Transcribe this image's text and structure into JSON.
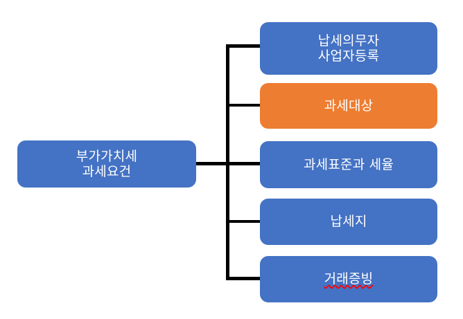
{
  "diagram": {
    "type": "org-chart",
    "title": "부가가치세 과세요건",
    "background_color": "#FFFFFF",
    "connector_color": "#000000",
    "root": {
      "label": "부가가치세\n과세요건",
      "color": "#4472C4",
      "text_color": "#FFFFFF"
    },
    "children": [
      {
        "label": "납세의무자\n사업자등록",
        "color": "#4472C4",
        "text_color": "#FFFFFF",
        "misspelled": false
      },
      {
        "label": "과세대상",
        "color": "#ED7D31",
        "text_color": "#FFFFFF",
        "misspelled": false
      },
      {
        "label": "과세표준과 세율",
        "color": "#4472C4",
        "text_color": "#FFFFFF",
        "misspelled": false
      },
      {
        "label": "납세지",
        "color": "#4472C4",
        "text_color": "#FFFFFF",
        "misspelled": false
      },
      {
        "label": "거래증빙",
        "color": "#4472C4",
        "text_color": "#FFFFFF",
        "misspelled": true
      }
    ]
  }
}
